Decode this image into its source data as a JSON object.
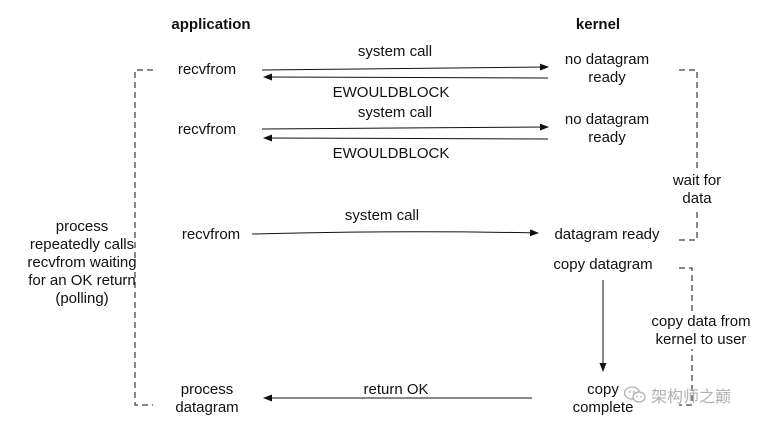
{
  "headers": {
    "application": "application",
    "kernel": "kernel"
  },
  "rows": [
    {
      "app": "recvfrom",
      "call": "system call",
      "reply": "EWOULDBLOCK",
      "kernel": "no datagram\nready"
    },
    {
      "app": "recvfrom",
      "call": "system call",
      "reply": "EWOULDBLOCK",
      "kernel": "no datagram\nready"
    },
    {
      "app": "recvfrom",
      "call": "system call",
      "kernel": "datagram ready"
    }
  ],
  "copy_start": "copy datagram",
  "copy_end": "copy\ncomplete",
  "final": {
    "app": "process\ndatagram",
    "reply": "return OK"
  },
  "brackets": {
    "left": "process\nrepeatedly calls\nrecvfrom waiting\nfor an OK return\n(polling)",
    "wait": "wait for\ndata",
    "copy": "copy data from\nkernel to user"
  },
  "watermark": "架构师之巅"
}
